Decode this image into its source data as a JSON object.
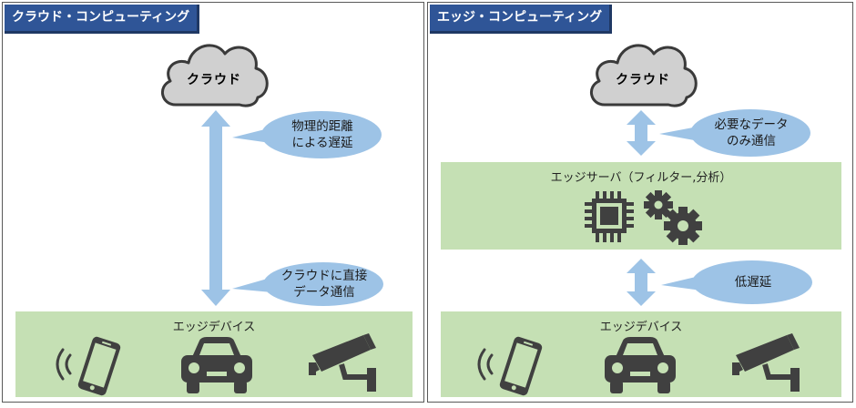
{
  "left_panel": {
    "title": "クラウド・コンピューティング",
    "cloud_label": "クラウド",
    "bubble_latency": "物理的距離\nによる遅延",
    "bubble_direct": "クラウドに直接\nデータ通信",
    "device_area_label": "エッジデバイス"
  },
  "right_panel": {
    "title": "エッジ・コンピューティング",
    "cloud_label": "クラウド",
    "bubble_necessary": "必要なデータ\nのみ通信",
    "server_label": "エッジサーバ（フィルター,分析）",
    "bubble_low_latency": "低遅延",
    "device_area_label": "エッジデバイス"
  },
  "colors": {
    "tab": "#2f5597",
    "green_band": "#c5e0b4",
    "arrow": "#9dc3e6",
    "bubble": "#9dc3e6",
    "cloud_fill": "#d0d0d0",
    "icon": "#404040"
  },
  "icons": [
    "cloud-icon",
    "smartphone-icon",
    "car-icon",
    "security-camera-icon",
    "cpu-chip-icon",
    "gear-icon"
  ]
}
